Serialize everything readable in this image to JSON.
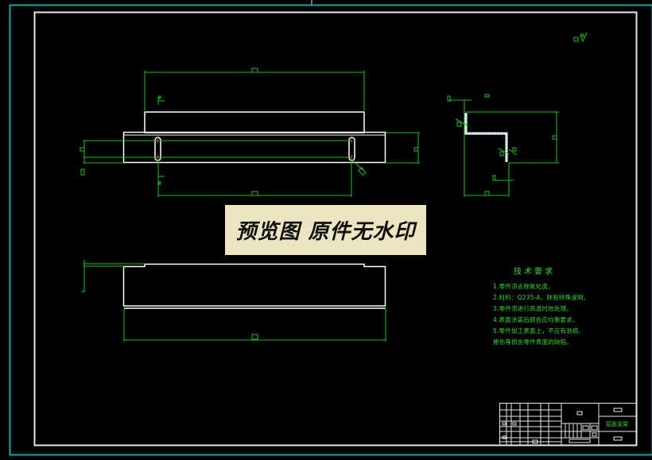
{
  "drawing": {
    "colors": {
      "background": "#000000",
      "outer_frame": "#1aa3a3",
      "inner_frame": "#e6e6e6",
      "geometry": "#ffffff",
      "dimension": "#1fbf1f",
      "center_mark": "#ff2020",
      "section_hatch": "#5fd0e0",
      "text": "#2fd62f"
    },
    "watermark": {
      "text": "预览图 原件无水印"
    },
    "technical_requirements": {
      "title": "技术要求",
      "items": [
        "1.零件须去除氧化皮。",
        "2.材料：Q235-A，除有特殊说明。",
        "3.零件须进行高温时效处理。",
        "4.表面涂装后颜色应均衡要求。",
        "5.零件加工表面上，不应有划痕、",
        "擦伤等损伤零件表面的缺陷。"
      ]
    },
    "title_block": {
      "label": "铝面支架"
    }
  }
}
